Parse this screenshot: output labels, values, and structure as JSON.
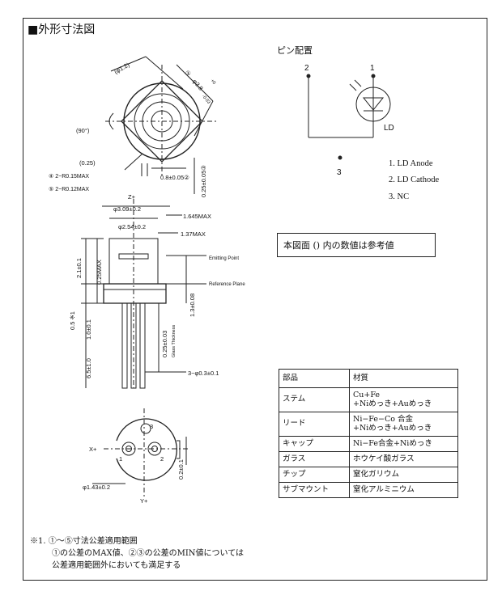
{
  "title": "■外形寸法図",
  "pin_diagram": {
    "title": "ピン配置",
    "pin2": "2",
    "pin1": "1",
    "pin3": "3",
    "ld_label": "LD",
    "list": [
      "1. LD Anode",
      "2. LD Cathode",
      "3. NC"
    ]
  },
  "reference_note": "本図面 () 内の数値は参考値",
  "drawing_labels": {
    "phi12": "(φ1.2)",
    "dim_38": "φ3.8",
    "tol_38_plus": "+0",
    "tol_38_minus": "-0.03",
    "circle1": "①",
    "angle90": "(90°)",
    "dim025": "(0.25)",
    "r015": "④ 2−R0.15MAX",
    "r012": "⑤ 2−R0.12MAX",
    "pitch08": "0.8±0.05②",
    "dim025b": "0.25±0.05③",
    "zplus": "Z+",
    "phi309": "φ3.09±0.2",
    "dim1645": "1.645MAX",
    "phi254": "φ2.54±0.2",
    "dim137": "1.37MAX",
    "emitting_point": "Emitting Point",
    "reference_plane": "Reference Plane",
    "dim21": "2.1±0.1",
    "dim025max": "0.25MAX",
    "dim13": "1.3±0.08",
    "dim05": "0.5 ※1",
    "dim10": "1.0±0.1",
    "dim65": "6.5±1.0",
    "glass": "0.25±0.03",
    "glass_label": "Glass Thickness",
    "leads": "3−φ0.3±0.1",
    "bottom_pin3": "3",
    "bottom_pin1": "1",
    "bottom_pin2": "2",
    "xplus": "X+",
    "phi143": "φ1.43±0.2",
    "dim02": "0.2±0.1",
    "yplus": "Y+"
  },
  "materials_table": {
    "headers": [
      "部品",
      "材質"
    ],
    "rows": [
      {
        "part": "ステム",
        "material": "Cu+Fe\n+Niめっき+Auめっき"
      },
      {
        "part": "リード",
        "material": "Ni−Fe−Co 合金\n+Niめっき+Auめっき"
      },
      {
        "part": "キャップ",
        "material": "Ni−Fe合金+Niめっき"
      },
      {
        "part": "ガラス",
        "material": "ホウケイ酸ガラス"
      },
      {
        "part": "チップ",
        "material": "窒化ガリウム"
      },
      {
        "part": "サブマウント",
        "material": "窒化アルミニウム"
      }
    ]
  },
  "notes": [
    "※1. ①〜⑤寸法公差適用範囲",
    "①の公差のMAX値、②③の公差のMIN値については",
    "公差適用範囲外においても満足する"
  ]
}
